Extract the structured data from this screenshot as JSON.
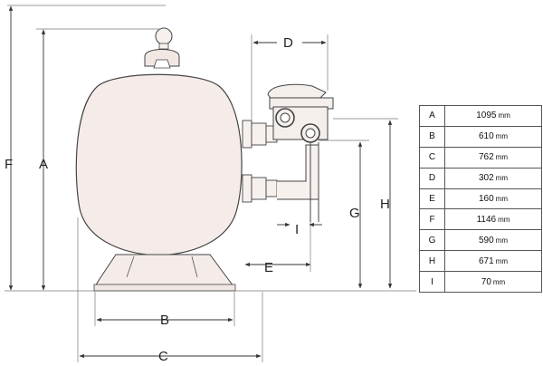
{
  "dimensions": [
    {
      "key": "A",
      "value": "1095",
      "unit": "mm"
    },
    {
      "key": "B",
      "value": "610",
      "unit": "mm"
    },
    {
      "key": "C",
      "value": "762",
      "unit": "mm"
    },
    {
      "key": "D",
      "value": "302",
      "unit": "mm"
    },
    {
      "key": "E",
      "value": "160",
      "unit": "mm"
    },
    {
      "key": "F",
      "value": "1146",
      "unit": "mm"
    },
    {
      "key": "G",
      "value": "590",
      "unit": "mm"
    },
    {
      "key": "H",
      "value": "671",
      "unit": "mm"
    },
    {
      "key": "I",
      "value": "70",
      "unit": "mm"
    }
  ],
  "drawing_labels": {
    "a": "A",
    "b": "B",
    "c": "C",
    "d": "D",
    "e": "E",
    "f": "F",
    "g": "G",
    "h": "H",
    "i": "I"
  },
  "colors": {
    "tank_fill": "#f5ece9",
    "line": "#444444",
    "dim_line": "#555555"
  }
}
